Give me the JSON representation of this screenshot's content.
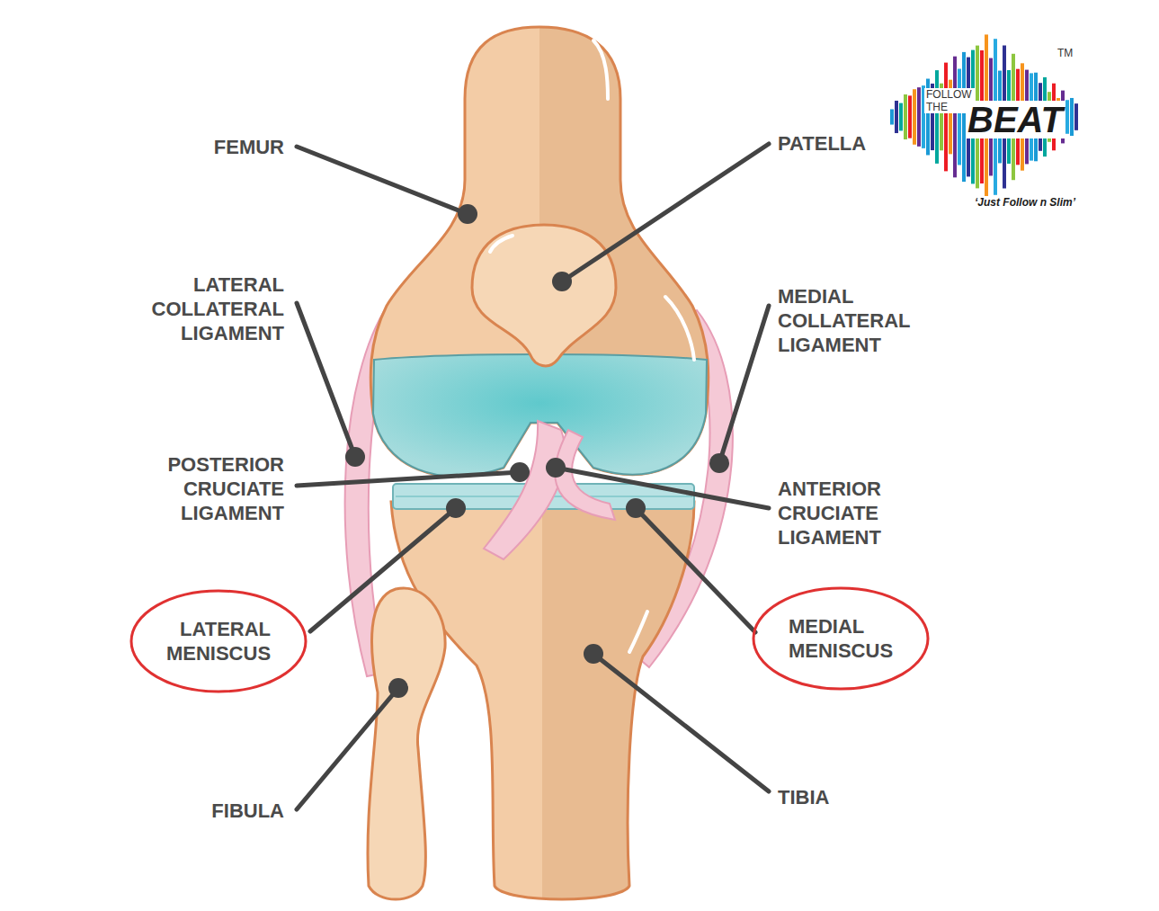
{
  "diagram": {
    "nodes": [
      {
        "text": [
          "LATERAL MENISCUS"
        ]
      },
      {
        "text": [
          "MEDIAL MENISCUS"
        ]
      }
    ],
    "labels": [
      "FEMUR",
      "PATELLA",
      "LATERAL COLLATERAL LIGAMENT",
      "MEDIAL COLLATERAL LIGAMENT",
      "POSTERIOR CRUCIATE LIGAMENT",
      "ANTERIOR CRUCIATE LIGAMENT",
      "FIBULA",
      "TIBIA",
      "TM",
      "FOLLOW THE",
      "BEAT",
      "‘Just Follow n Slim’"
    ]
  }
}
